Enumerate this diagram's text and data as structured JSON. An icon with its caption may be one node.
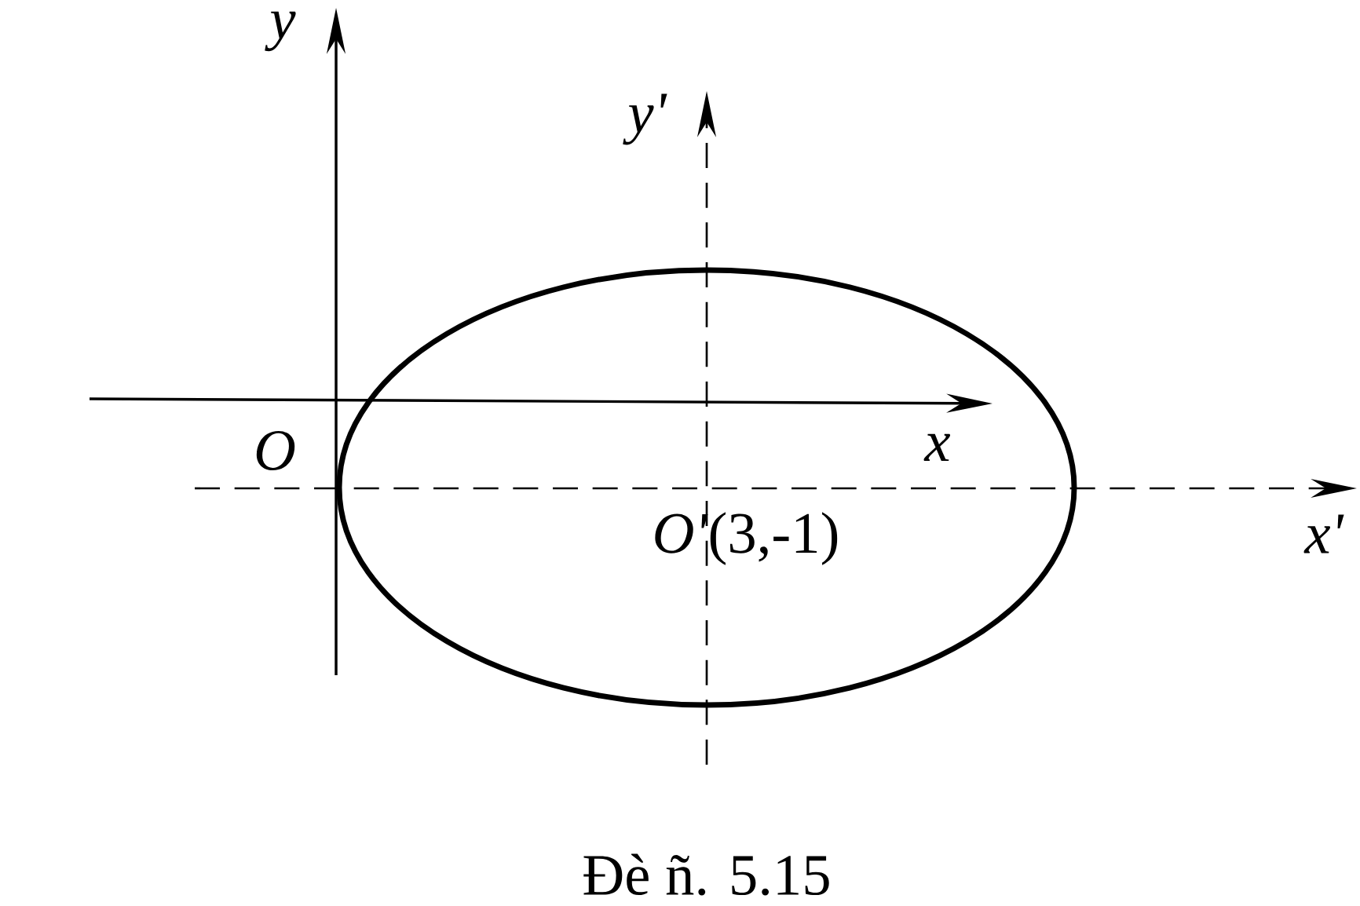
{
  "diagram": {
    "caption": "Đè ñ. 5.15",
    "labels": [
      "y",
      "y'",
      "O",
      "x",
      "*O'*(3,-1)",
      "x'"
    ]
  }
}
